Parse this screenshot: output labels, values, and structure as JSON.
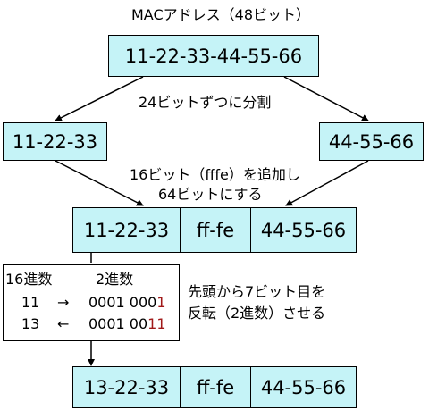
{
  "title": "MACアドレス（48ビット）",
  "mac_full": "11-22-33-44-55-66",
  "split_label": "24ビットずつに分割",
  "left_half": "11-22-33",
  "right_half": "44-55-66",
  "insert_label_line1": "16ビット（fffe）を追加し",
  "insert_label_line2": "64ビットにする",
  "eui_before": [
    "11-22-33",
    "ff-fe",
    "44-55-66"
  ],
  "conversion_table": {
    "header_hex": "16進数",
    "header_bin": "2進数",
    "rows": [
      {
        "hex": "11",
        "arrow": "→",
        "bin_prefix": "0001 000",
        "bin_highlight": "1"
      },
      {
        "hex": "13",
        "arrow": "←",
        "bin_prefix": "0001 00",
        "bin_highlight": "11"
      }
    ]
  },
  "invert_label_line1": "先頭から7ビット目を",
  "invert_label_line2": "反転（2進数）させる",
  "eui_after": [
    "13-22-33",
    "ff-fe",
    "44-55-66"
  ],
  "colors": {
    "box_fill": "#c5f3f7",
    "highlight": "#a01818",
    "stroke": "#000000"
  }
}
